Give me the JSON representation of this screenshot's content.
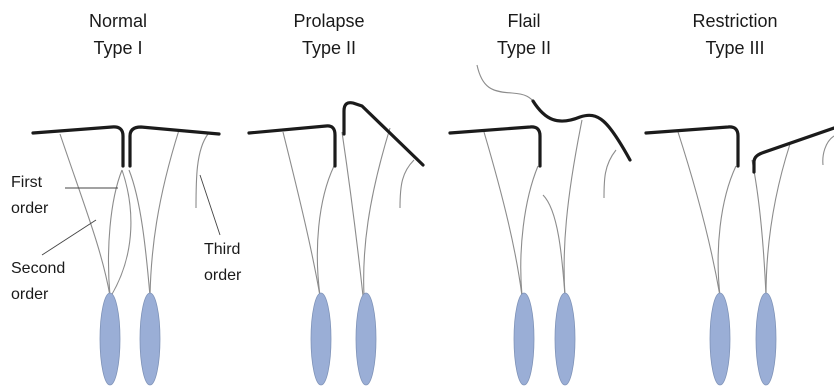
{
  "panels": [
    {
      "title_line1": "Normal",
      "title_line2": "Type I"
    },
    {
      "title_line1": "Prolapse",
      "title_line2": "Type II"
    },
    {
      "title_line1": "Flail",
      "title_line2": "Type II"
    },
    {
      "title_line1": "Restriction",
      "title_line2": "Type III"
    }
  ],
  "labels": {
    "first_line1": "First",
    "first_line2": "order",
    "second_line1": "Second",
    "second_line2": "order",
    "third_line1": "Third",
    "third_line2": "order"
  },
  "colors": {
    "papillary_muscle": "#9aaed6",
    "leaflet": "#1b1b1b",
    "chordae": "#8c8c8c"
  }
}
